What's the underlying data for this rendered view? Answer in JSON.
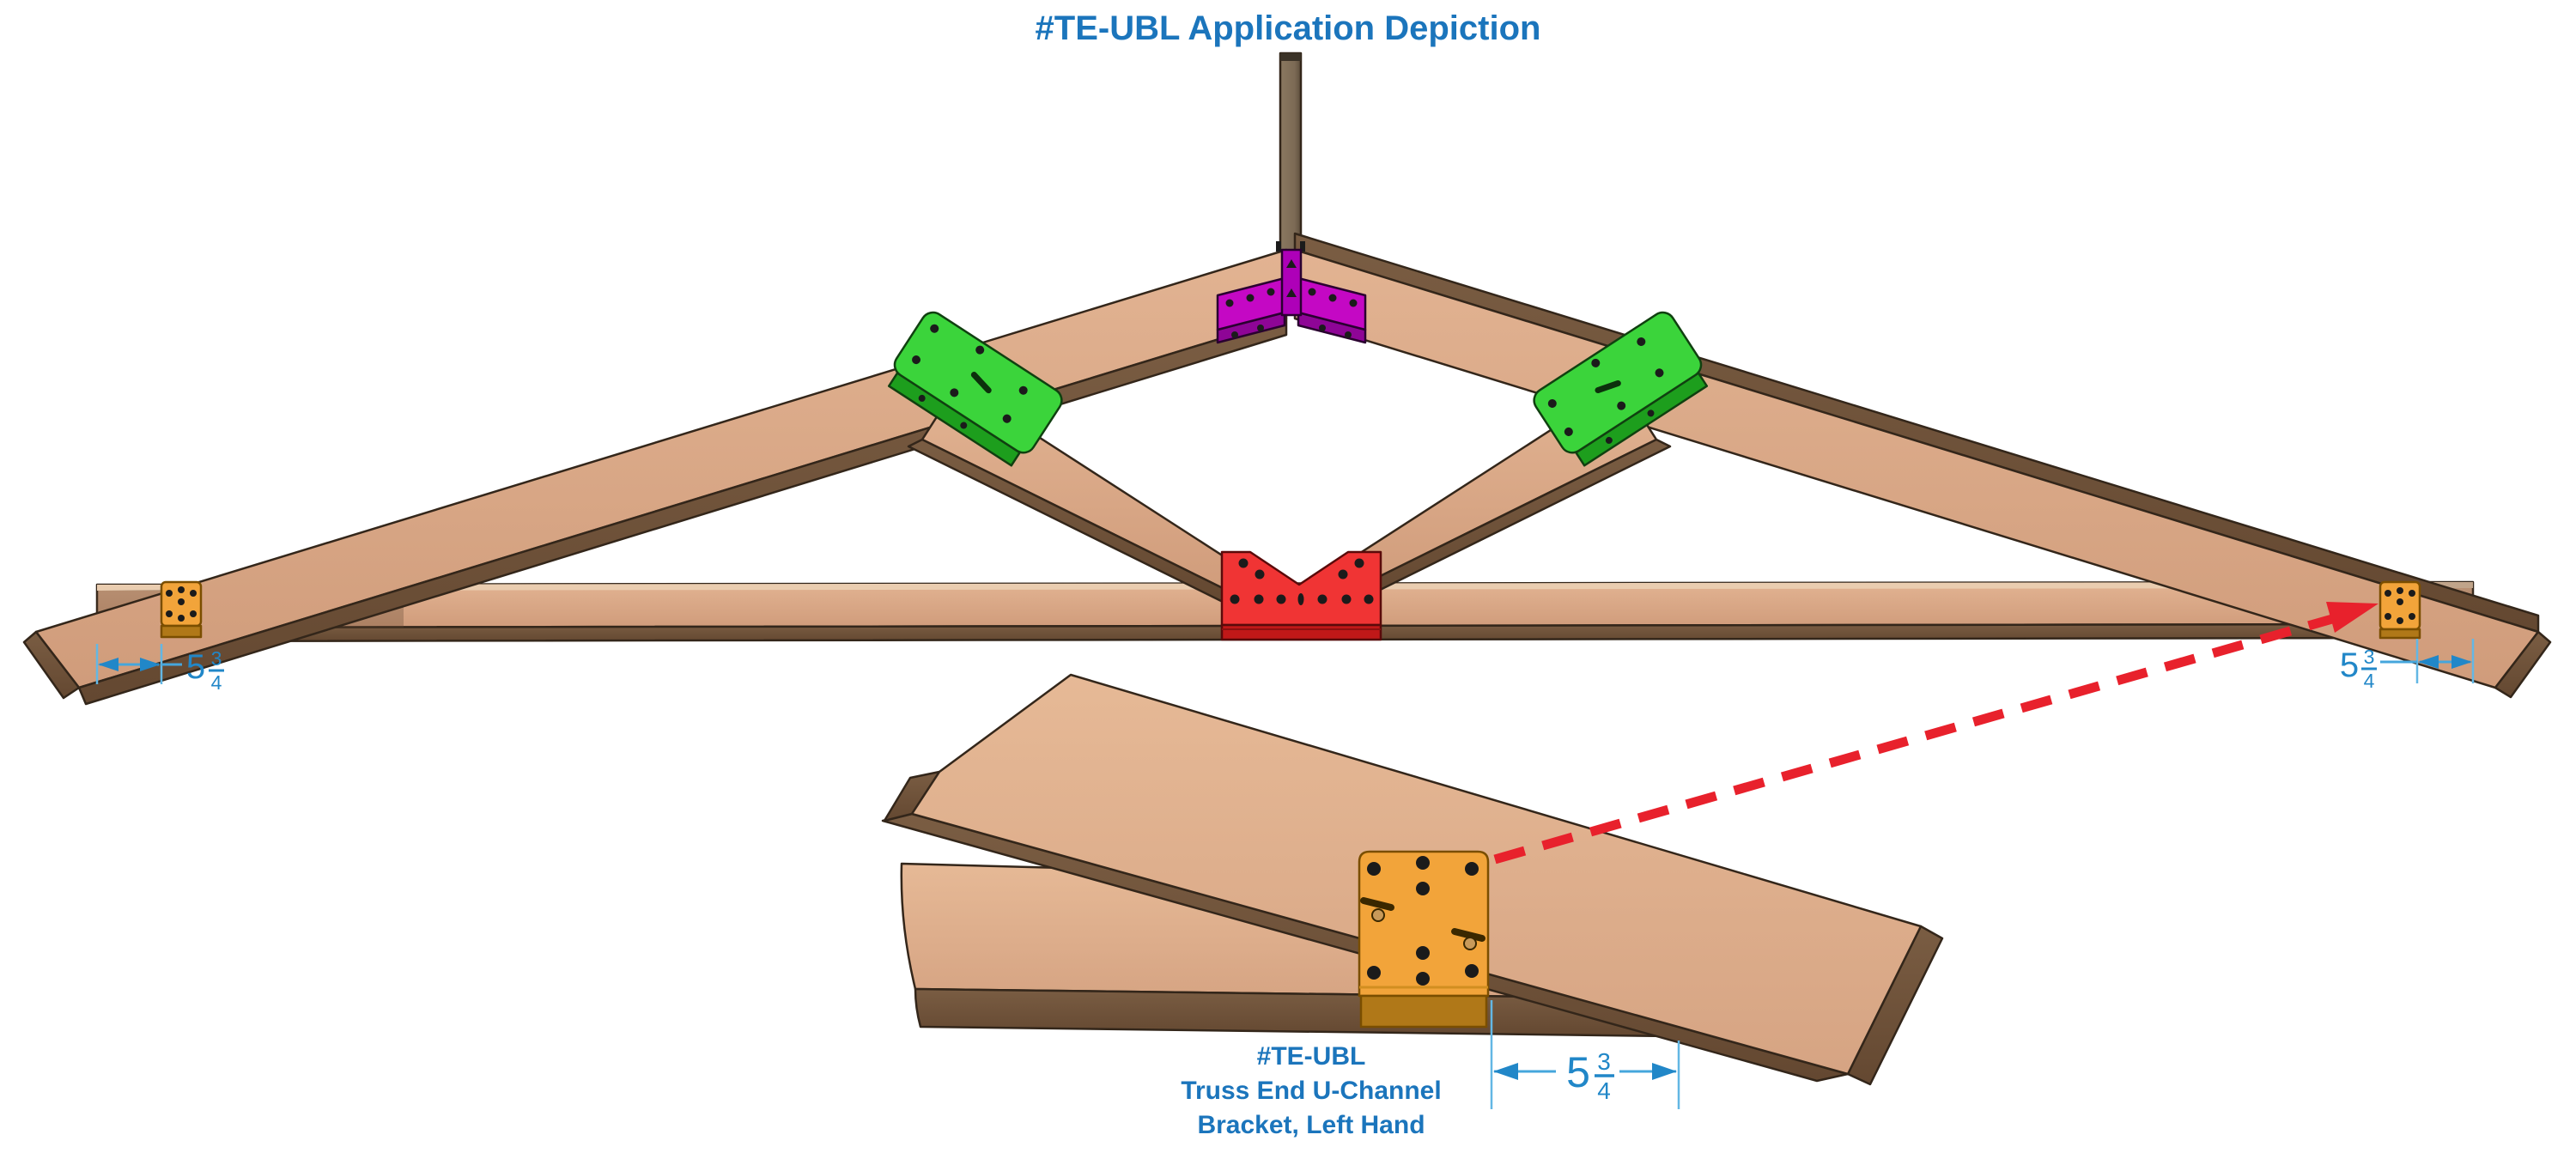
{
  "title": "#TE-UBL Application Depiction",
  "detail_caption": {
    "line1": "#TE-UBL",
    "line2": "Truss End U-Channel",
    "line3": "Bracket, Left Hand"
  },
  "dimensions": {
    "left_heel": {
      "whole": "5",
      "numerator": "3",
      "denominator": "4"
    },
    "right_heel": {
      "whole": "5",
      "numerator": "3",
      "denominator": "4"
    },
    "detail": {
      "whole": "5",
      "numerator": "3",
      "denominator": "4"
    }
  },
  "colors": {
    "label_blue": "#1b75bc",
    "dim_blue": "#2187c8",
    "callout_red": "#e8212c",
    "bracket_orange": "#f2a43a",
    "bracket_orange_dark": "#b07818",
    "bracket_green": "#3bd43b",
    "bracket_green_dark": "#1d9e1d",
    "bracket_red": "#f03434",
    "bracket_red_dark": "#c01818",
    "bracket_purple": "#c408c4",
    "bracket_purple_dark": "#8e0596",
    "wood_light": "#d8a686",
    "wood_dark": "#6f543e",
    "post_brown": "#7c6a55"
  }
}
